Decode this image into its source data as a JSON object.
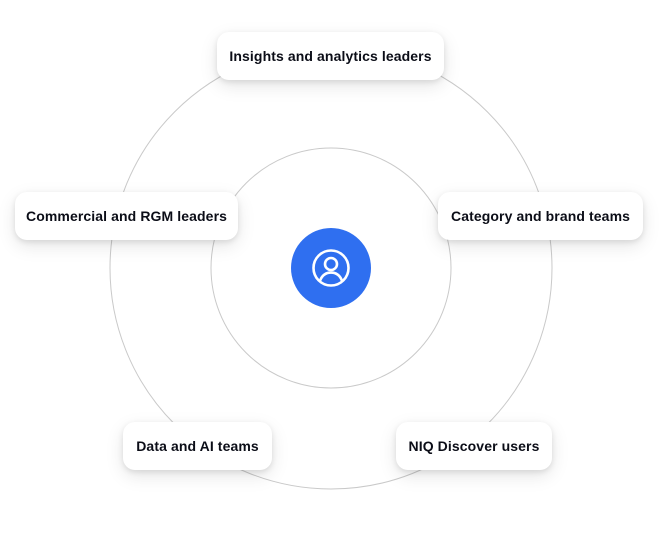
{
  "diagram": {
    "center": {
      "icon": "user-circle-icon",
      "color": "#2f6ff0"
    },
    "ring_color": "#c9c9c9",
    "nodes": [
      {
        "id": "top",
        "label": "Insights and analytics leaders"
      },
      {
        "id": "left",
        "label": "Commercial and RGM leaders"
      },
      {
        "id": "right",
        "label": "Category and brand teams"
      },
      {
        "id": "bottom_left",
        "label": "Data and AI teams"
      },
      {
        "id": "bottom_right",
        "label": "NIQ Discover users"
      }
    ]
  }
}
